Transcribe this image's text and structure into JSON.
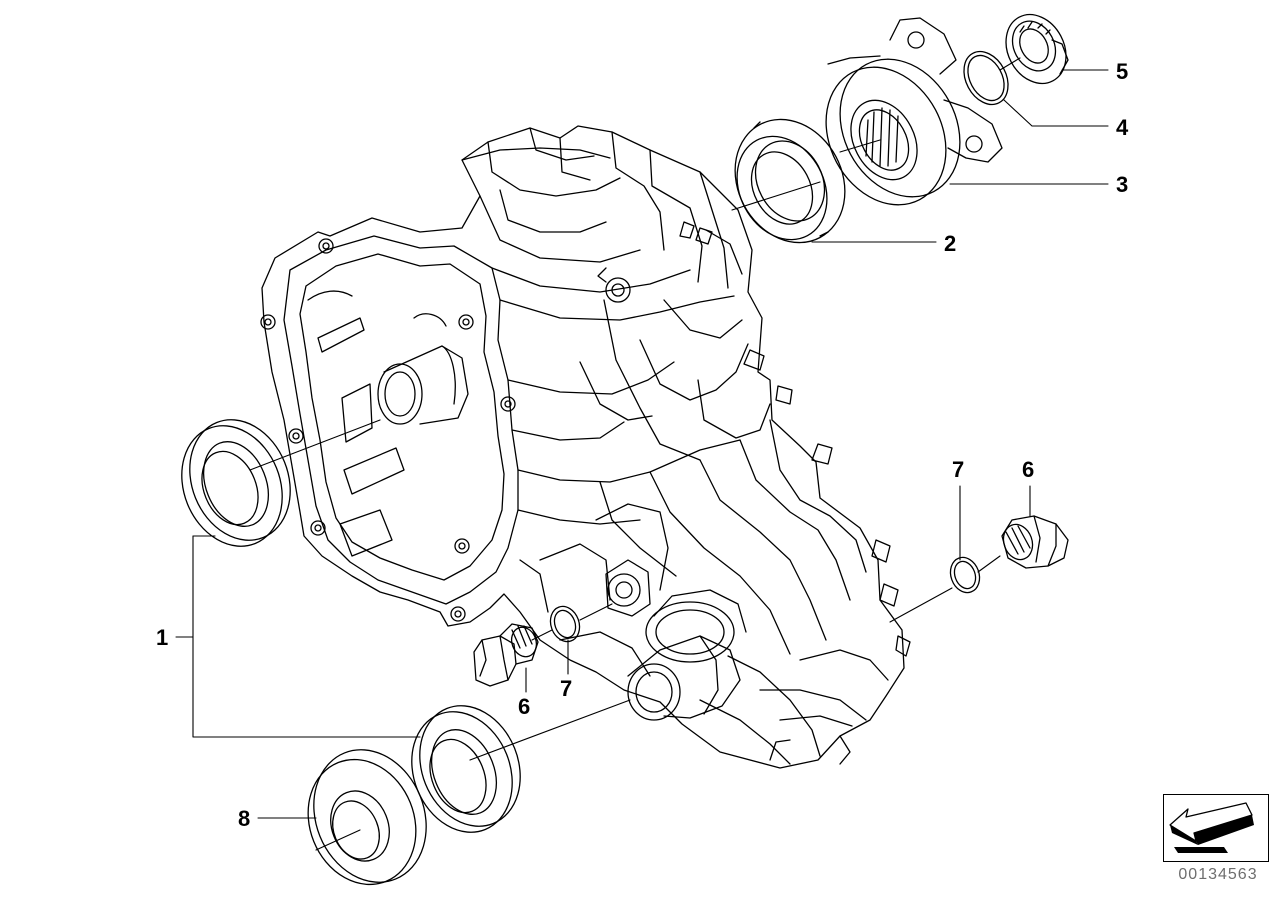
{
  "diagram": {
    "id_text": "00134563",
    "part_labels": {
      "p1": "1",
      "p2": "2",
      "p3": "3",
      "p4": "4",
      "p5": "5",
      "p6_right": "6",
      "p7_right": "7",
      "p6_left": "6",
      "p7_left": "7",
      "p8": "8"
    },
    "nav_icon": "arrow-down-left-icon"
  }
}
